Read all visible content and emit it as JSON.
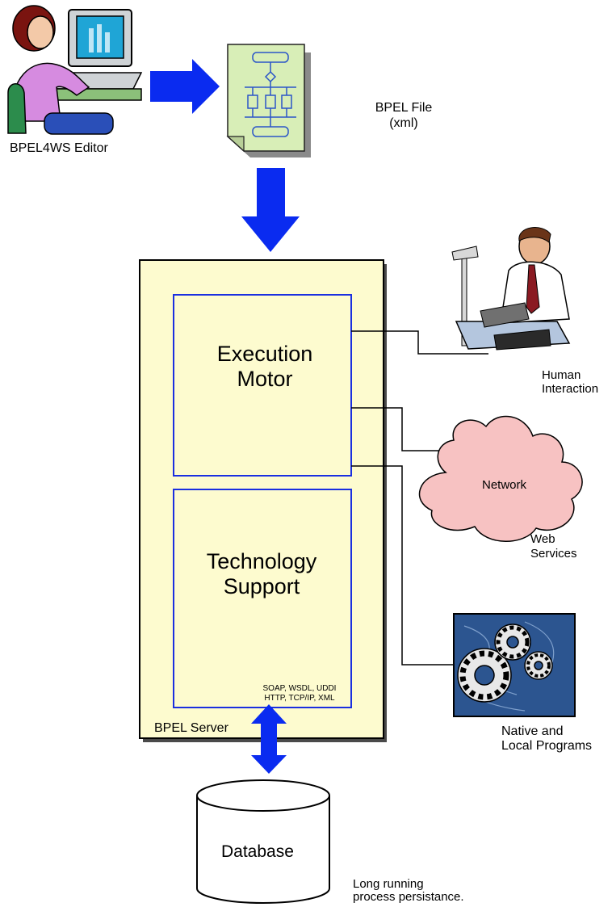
{
  "colors": {
    "arrow": "#0a2bf0",
    "server_fill": "#fdfbcf",
    "inner_border": "#1a2fe0",
    "cloud_fill": "#f7c2c2",
    "gear_bg": "#2c5590",
    "doc_fill": "#d8eeb7",
    "db_fill": "#ffffff"
  },
  "labels": {
    "editor": "BPEL4WS Editor",
    "bpel_file_line1": "BPEL File",
    "bpel_file_line2": "(xml)",
    "execution_line1": "Execution",
    "execution_line2": "Motor",
    "technology_line1": "Technology",
    "technology_line2": "Support",
    "protocols_line1": "SOAP, WSDL, UDDI",
    "protocols_line2": "HTTP, TCP/IP, XML",
    "server": "BPEL Server",
    "human_line1": "Human",
    "human_line2": "Interaction",
    "network": "Network",
    "web_line1": "Web",
    "web_line2": "Services",
    "native_line1": "Native and",
    "native_line2": "Local Programs",
    "database": "Database",
    "persist_line1": "Long running",
    "persist_line2": "process persistance."
  },
  "icons": [
    "editor-person-computer-icon",
    "xml-document-icon",
    "human-operator-icon",
    "network-cloud-icon",
    "gears-icon",
    "database-cylinder-icon"
  ]
}
